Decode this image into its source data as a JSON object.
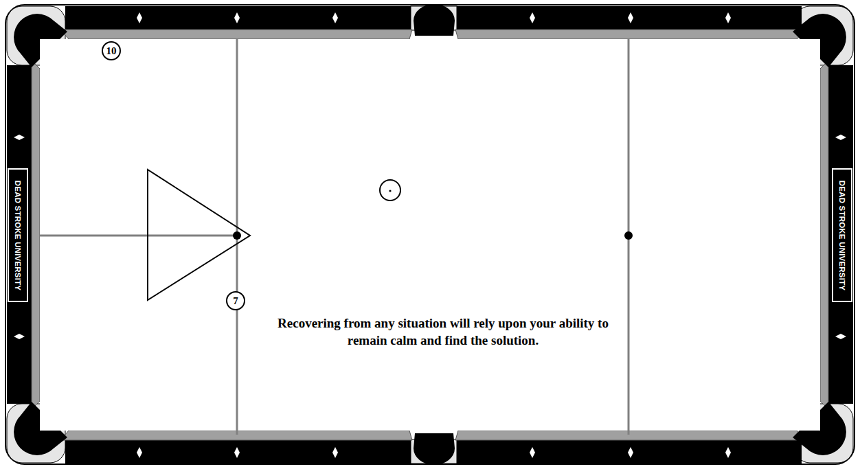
{
  "diagram": {
    "nodes": [
      {
        "text": [
          "10"
        ]
      },
      {
        "text": [
          "DEAD STROKE UNIVERSITY"
        ]
      },
      {
        "text": [
          "7"
        ]
      },
      {
        "text": [
          "DEAD STROKE UNIVERSITY"
        ]
      }
    ],
    "labels": [
      "Recovering from any situation will rely upon your ability to remain calm and find the solution."
    ]
  }
}
